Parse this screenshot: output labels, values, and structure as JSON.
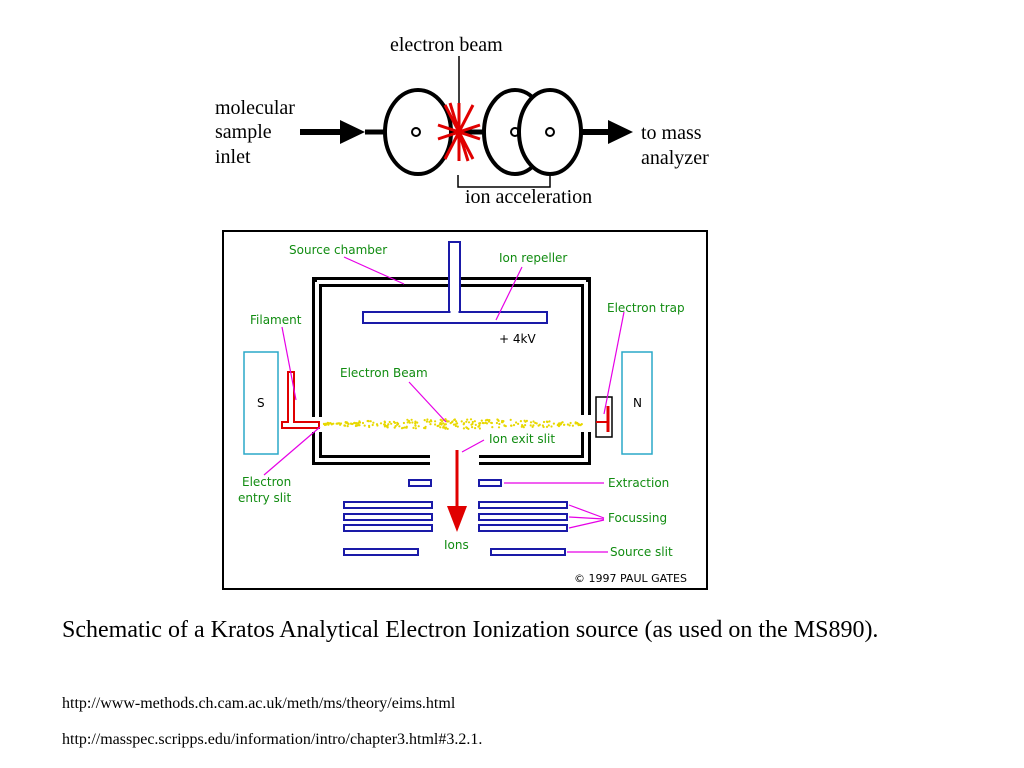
{
  "top_diagram": {
    "label_electron_beam": "electron beam",
    "label_inlet_lines": [
      "molecular",
      "sample",
      "inlet"
    ],
    "label_analyzer_lines": [
      "to mass",
      "analyzer"
    ],
    "label_ion_acceleration": "ion acceleration"
  },
  "schematic": {
    "source_chamber": "Source chamber",
    "ion_repeller": "Ion repeller",
    "voltage": "+ 4kV",
    "filament": "Filament",
    "electron_trap": "Electron trap",
    "magnet_s": "S",
    "magnet_n": "N",
    "electron_beam": "Electron Beam",
    "ion_exit_slit": "Ion exit slit",
    "electron_entry_slit_lines": [
      "Electron",
      "entry slit"
    ],
    "extraction": "Extraction",
    "focussing": "Focussing",
    "ions": "Ions",
    "source_slit": "Source slit",
    "copyright": "© 1997 PAUL GATES",
    "colors": {
      "labels": "#118c11",
      "leaders": "#e600e6",
      "filament": "#e00000",
      "electrodes": "#1a1aa8",
      "magnets": "#2aa8c8",
      "beam": "#e8d800"
    }
  },
  "caption": "Schematic of a Kratos Analytical Electron Ionization source (as used on the MS890).",
  "links": [
    "http://www-methods.ch.cam.ac.uk/meth/ms/theory/eims.html",
    "http://masspec.scripps.edu/information/intro/chapter3.html#3.2.1."
  ]
}
